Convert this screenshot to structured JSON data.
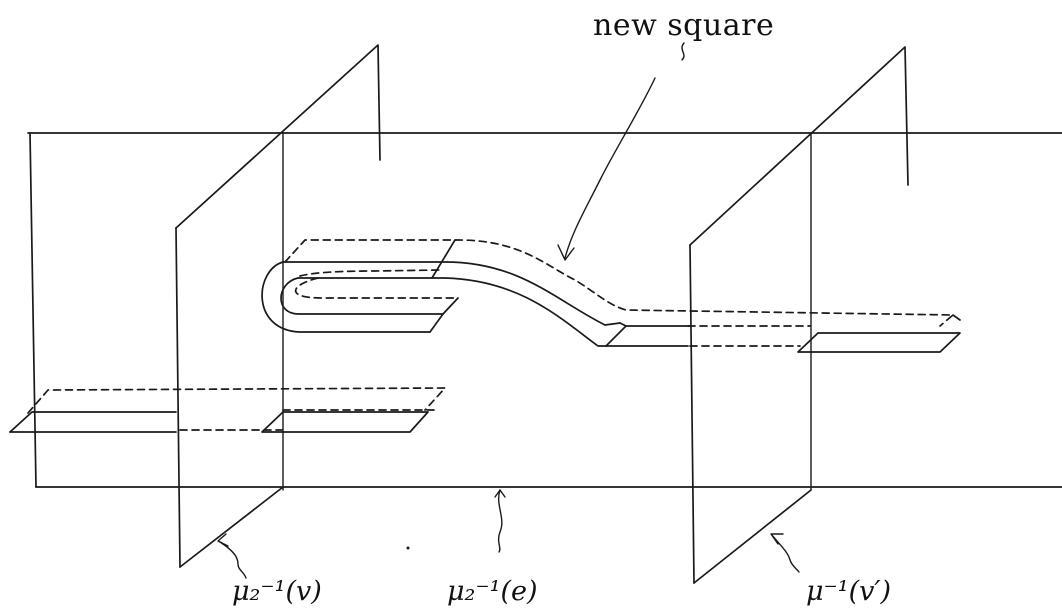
{
  "labels": {
    "new_square": "new square",
    "mu2_inv_v": "μ₂⁻¹(v)",
    "mu2_inv_e": "μ₂⁻¹(e)",
    "mu_inv_vprime": "μ⁻¹(v′)"
  }
}
